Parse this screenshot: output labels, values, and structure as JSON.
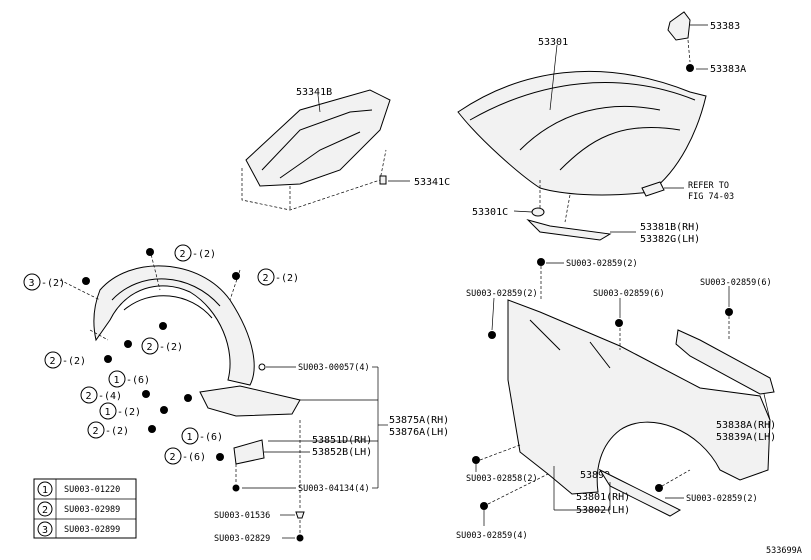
{
  "diagram_id": "533699A",
  "parts": {
    "hood": "53301",
    "hood_insulator": "53341B",
    "insulator_clip": "53341C",
    "hood_cushion": "53301C",
    "hood_hinge": "53383",
    "hinge_nut": "53383A",
    "refer_note_line1": "REFER TO",
    "refer_note_line2": "FIG 74-03",
    "hood_seal_rh": "53381B(RH)",
    "hood_seal_lh": "53382G(LH)",
    "liner_rh": "53875A(RH)",
    "liner_lh": "53876A(LH)",
    "shield_rh": "53851D(RH)",
    "shield_lh": "53852B(LH)",
    "fender_seal": "53899",
    "fender_rh": "53801(RH)",
    "fender_lh": "53802(LH)",
    "bracket_rh": "53838A(RH)",
    "bracket_lh": "53839A(LH)"
  },
  "fasteners": {
    "f_top_bracket": "SU003-02859(2)",
    "f_left_bolts": "SU003-02859(2)",
    "f_mid_bolts": "SU003-02859(6)",
    "f_right_bolts": "SU003-02859(6)",
    "f_lower_2": "SU003-02858(2)",
    "f_bottom_4": "SU003-02859(4)",
    "f_right_lower": "SU003-02859(2)",
    "f_liner_57": "SU003-00057(4)",
    "f_liner_4134": "SU003-04134(4)",
    "f_clip_1536": "SU003-01536",
    "f_screw_2829": "SU003-02829"
  },
  "callouts": {
    "c_top_a": "-(2)",
    "c_top_b": "-(2)",
    "c_left_3": "-(2)",
    "c_mid_2": "-(2)",
    "c_left_2": "-(2)",
    "c_left_1": "-(6)",
    "c_left_2b": "-(4)",
    "c_left_1b": "-(2)",
    "c_left_2c": "-(2)",
    "c_low_1": "-(6)",
    "c_low_2": "-(6)"
  },
  "circle_nums": {
    "one": "1",
    "two": "2",
    "three": "3"
  },
  "legend": [
    {
      "num": "1",
      "code": "SU003-01220"
    },
    {
      "num": "2",
      "code": "SU003-02989"
    },
    {
      "num": "3",
      "code": "SU003-02899"
    }
  ]
}
